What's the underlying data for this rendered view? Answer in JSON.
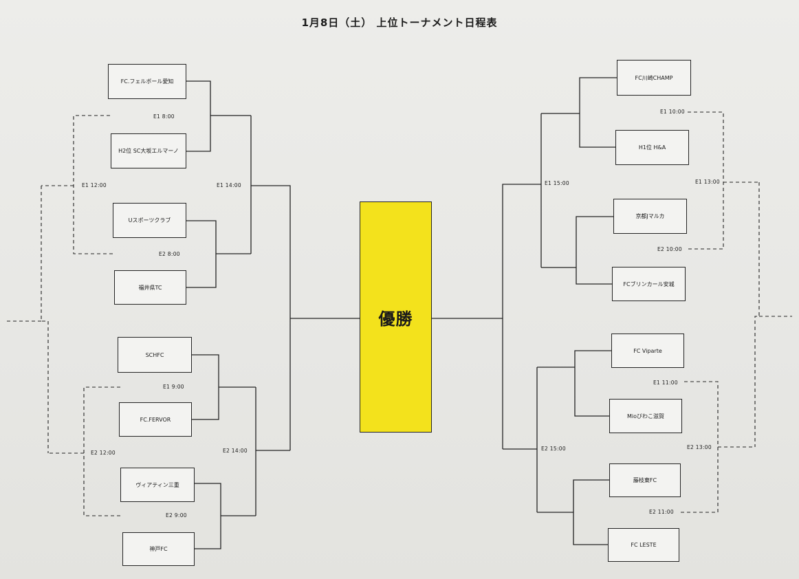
{
  "title": "1月8日（土） 上位トーナメント日程表",
  "champion_label": "優勝",
  "teams": {
    "left": [
      "FC.フェルボール愛知",
      "H2位 SC大坂エルマーノ",
      "Uスポーツクラブ",
      "福井県TC",
      "SCHFC",
      "FC.FERVOR",
      "ヴィアティン三重",
      "神戸FC"
    ],
    "right": [
      "FC川崎CHAMP",
      "H1位 H&A",
      "京都Jマルカ",
      "FCブリンカール安城",
      "FC Viparte",
      "Mioびわこ滋賀",
      "藤枝東FC",
      "FC LESTE"
    ]
  },
  "match_labels": {
    "left": [
      "E1 8:00",
      "E2 8:00",
      "E1 9:00",
      "E2 9:00",
      "E1 12:00",
      "E2 12:00",
      "E1 14:00",
      "E2 14:00"
    ],
    "right": [
      "E1 10:00",
      "E2 10:00",
      "E1 11:00",
      "E2 11:00",
      "E1 13:00",
      "E2 13:00",
      "E1 15:00",
      "E2 15:00"
    ]
  }
}
